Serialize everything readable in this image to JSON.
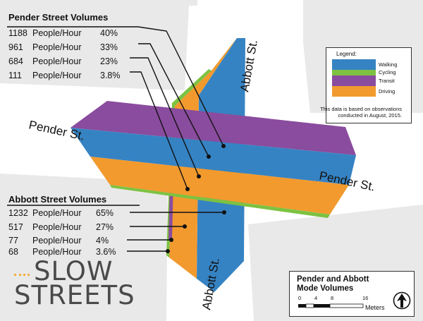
{
  "streets": {
    "pender_west": "Pender St.",
    "pender_east": "Pender St.",
    "abbott_north": "Abbott St.",
    "abbott_south": "Abbott St."
  },
  "pender_volumes": {
    "title": "Pender Street Volumes",
    "rows": [
      {
        "count": "1188",
        "unit": "People/Hour",
        "share": "40%"
      },
      {
        "count": "961",
        "unit": "People/Hour",
        "share": "33%"
      },
      {
        "count": "684",
        "unit": "People/Hour",
        "share": "23%"
      },
      {
        "count": "111",
        "unit": "People/Hour",
        "share": "3.8%"
      }
    ]
  },
  "abbott_volumes": {
    "title": "Abbott Street Volumes",
    "rows": [
      {
        "count": "1232",
        "unit": "People/Hour",
        "share": "65%"
      },
      {
        "count": "517",
        "unit": "People/Hour",
        "share": "27%"
      },
      {
        "count": "77",
        "unit": "People/Hour",
        "share": "4%"
      },
      {
        "count": "68",
        "unit": "People/Hour",
        "share": "3.6%"
      }
    ]
  },
  "legend": {
    "title": "Legend:",
    "items": [
      {
        "label": "Walking",
        "color": "#3683c3"
      },
      {
        "label": "Cycling",
        "color": "#7dc242"
      },
      {
        "label": "Transit",
        "color": "#8a4c9e"
      },
      {
        "label": "Driving",
        "color": "#f29a2e"
      }
    ],
    "note_line1": "This data is based on observations",
    "note_line2": "conducted in August, 2015."
  },
  "logo": {
    "line1": "SLOW",
    "line2": "STREETS",
    "color": "#4a4a4a",
    "accent": "#f0b13c"
  },
  "map_title": {
    "line1": "Pender and Abbott",
    "line2": "Mode Volumes"
  },
  "scale": {
    "ticks": [
      "0",
      "4",
      "8",
      "16"
    ],
    "unit": "Meters"
  },
  "colors": {
    "block": "#e9e9e9",
    "road": "#ffffff"
  }
}
